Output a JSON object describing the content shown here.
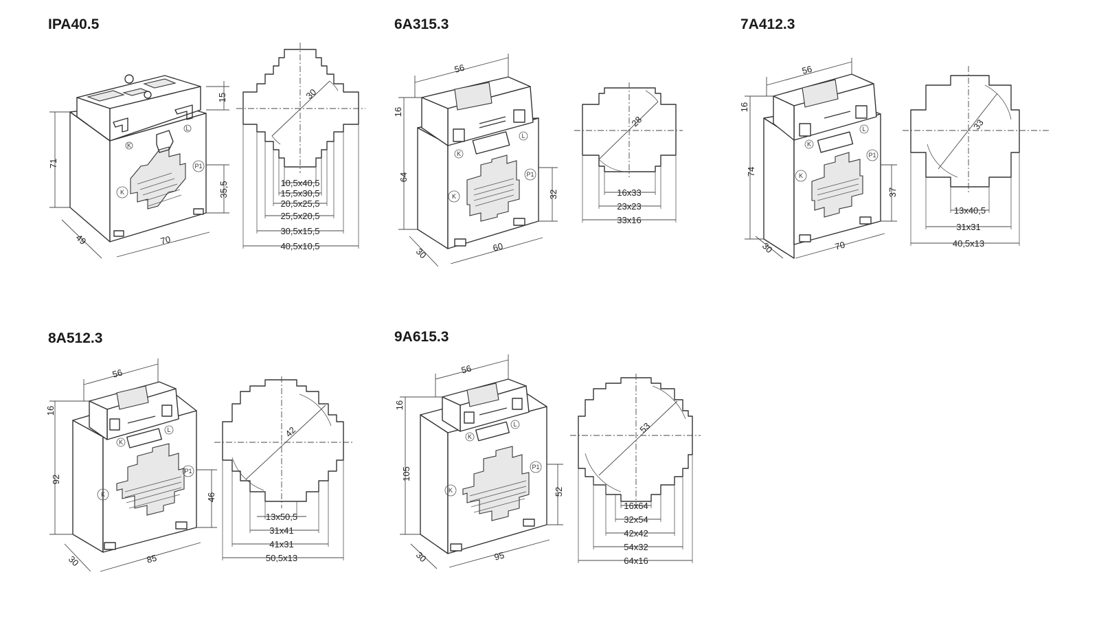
{
  "drawings": [
    {
      "model": "IPA40.5",
      "front": {
        "depth": "49",
        "width": "70",
        "height": "71",
        "window_height": "35,5",
        "top_height": "15"
      },
      "window": {
        "diameter": "30",
        "bars": [
          "10,5x40,5",
          "15,5x30,5",
          "20,5x25,5",
          "25,5x20,5",
          "30,5x15,5",
          "40,5x10,5"
        ]
      }
    },
    {
      "model": "6A315.3",
      "front": {
        "top_width": "56",
        "top_height": "16",
        "height": "64",
        "window_height": "32",
        "depth": "30",
        "width": "60"
      },
      "window": {
        "diameter": "28",
        "bars": [
          "16x33",
          "23x23",
          "33x16"
        ]
      }
    },
    {
      "model": "7A412.3",
      "front": {
        "top_width": "56",
        "top_height": "16",
        "height": "74",
        "window_height": "37",
        "depth": "30",
        "width": "70"
      },
      "window": {
        "diameter": "33",
        "bars": [
          "13x40,5",
          "31x31",
          "40,5x13"
        ]
      }
    },
    {
      "model": "8A512.3",
      "front": {
        "top_width": "56",
        "top_height": "16",
        "height": "92",
        "window_height": "46",
        "depth": "30",
        "width": "85"
      },
      "window": {
        "diameter": "42",
        "bars": [
          "13x50,5",
          "31x41",
          "41x31",
          "50,5x13"
        ]
      }
    },
    {
      "model": "9A615.3",
      "front": {
        "top_width": "56",
        "top_height": "16",
        "height": "105",
        "window_height": "52",
        "depth": "30",
        "width": "95"
      },
      "window": {
        "diameter": "53",
        "bars": [
          "16x64",
          "32x54",
          "42x42",
          "54x32",
          "64x16"
        ]
      }
    }
  ],
  "terminal_marks": {
    "k": "K",
    "l": "L",
    "p1": "P1"
  }
}
